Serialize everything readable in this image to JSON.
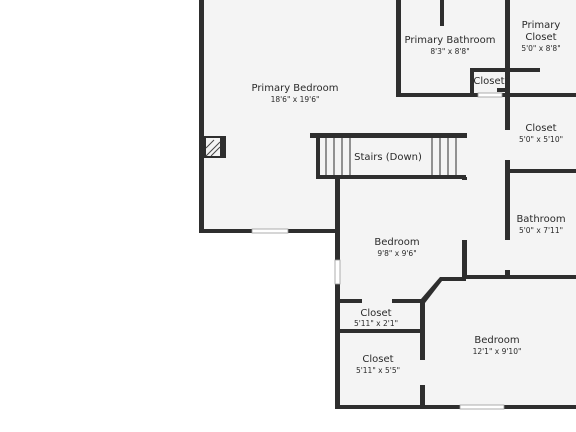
{
  "rooms": [
    {
      "name": "Primary Bedroom",
      "dims": "18'6\" x 19'6\""
    },
    {
      "name": "Primary Bathroom",
      "dims": "8'3\" x 8'8\""
    },
    {
      "name": "Primary Closet",
      "dims": "5'0\" x 8'8\""
    },
    {
      "name": "Closet",
      "dims": ""
    },
    {
      "name": "Closet",
      "dims": "5'0\" x 5'10\""
    },
    {
      "name": "Stairs (Down)",
      "dims": ""
    },
    {
      "name": "Bathroom",
      "dims": "5'0\" x 7'11\""
    },
    {
      "name": "Bedroom",
      "dims": "9'8\" x 9'6\""
    },
    {
      "name": "Closet",
      "dims": "5'11\" x 2'1\""
    },
    {
      "name": "Closet",
      "dims": "5'11\" x 5'5\""
    },
    {
      "name": "Bedroom",
      "dims": "12'1\" x 9'10\""
    }
  ]
}
